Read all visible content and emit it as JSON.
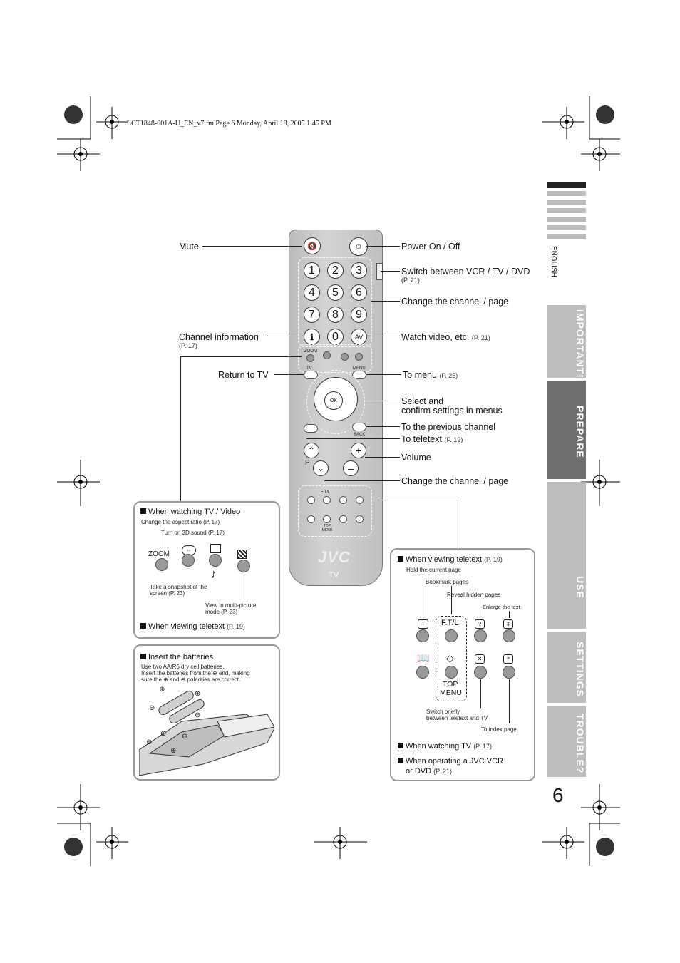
{
  "header": "LCT1848-001A-U_EN_v7.fm  Page 6  Monday, April 18, 2005  1:45 PM",
  "side_language": "ENGLISH",
  "tabs": [
    "IMPORTANT!",
    "PREPARE",
    "USE",
    "SETTINGS",
    "TROUBLE?"
  ],
  "active_tab": "PREPARE",
  "page_number": "6",
  "remote": {
    "brand": "JVC",
    "model": "TV",
    "digits": [
      "1",
      "2",
      "3",
      "4",
      "5",
      "6",
      "7",
      "8",
      "9",
      "0"
    ],
    "av": "AV",
    "ok": "OK",
    "zoom": "ZOOM",
    "tv": "TV",
    "menu": "MENU",
    "back": "BACK",
    "p": "P",
    "ftl": "F.T/L",
    "top_menu": "TOP MENU"
  },
  "labels": {
    "mute": "Mute",
    "power": "Power On / Off",
    "switch": "Switch between VCR / TV / DVD",
    "switch_ref": "(P. 21)",
    "channel": "Change the channel / page",
    "channel_info": "Channel information",
    "channel_info_ref": "(P. 17)",
    "watch_video": "Watch video, etc.",
    "watch_video_ref": "(P. 21)",
    "return_tv": "Return to TV",
    "to_menu": "To menu",
    "to_menu_ref": "(P. 25)",
    "select_1": "Select and",
    "select_2": "confirm settings in menus",
    "prev_channel": "To the previous channel",
    "teletext": "To teletext",
    "teletext_ref": "(P. 19)",
    "volume": "Volume",
    "channel2": "Change the channel / page"
  },
  "box_tv": {
    "title": "When watching TV / Video",
    "aspect": "Change the aspect ratio (P. 17)",
    "sound3d": "Turn on 3D sound (P. 17)",
    "zoom": "ZOOM",
    "snapshot_1": "Take a snapshot of the",
    "snapshot_2": "screen (P. 23)",
    "multi_1": "View in multi-picture",
    "multi_2": "mode (P. 23)",
    "teletext": "When viewing teletext",
    "teletext_ref": "(P. 19)"
  },
  "box_batt": {
    "title": "Insert the batteries",
    "line1": "Use two AA/R6 dry cell batteries.",
    "line2": "Insert the batteries from the ⊖ end, making",
    "line3": "sure the ⊕ and ⊖ polarities are correct."
  },
  "box_tt": {
    "title": "When viewing teletext",
    "title_ref": "(P. 19)",
    "hold": "Hold the current page",
    "bookmark": "Bookmark pages",
    "reveal": "Reveal hidden pages",
    "enlarge": "Enlarge the text",
    "ftl": "F.T/L",
    "top": "TOP",
    "menu": "MENU",
    "switch_1": "Switch briefly",
    "switch_2": "between teletext and TV",
    "index": "To index page",
    "watching": "When watching TV",
    "watching_ref": "(P. 17)",
    "operating_1": "When operating a JVC VCR",
    "operating_2": "or DVD",
    "operating_ref": "(P. 21)"
  }
}
